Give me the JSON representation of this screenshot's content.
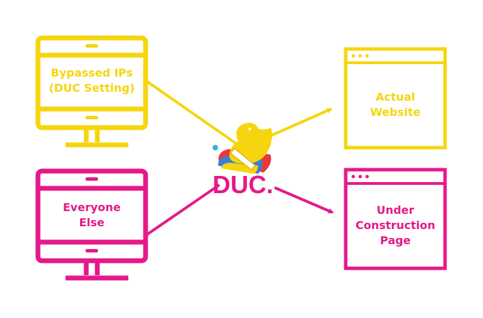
{
  "colors": {
    "yellow": "#f5d60e",
    "magenta": "#e5198a"
  },
  "sources": [
    {
      "label_lines": [
        "Bypassed IPs",
        "(DUC Setting)"
      ]
    },
    {
      "label_lines": [
        "Everyone",
        "Else"
      ]
    }
  ],
  "logo": {
    "text": "DUC."
  },
  "destinations": [
    {
      "label_lines": [
        "Actual",
        "Website"
      ]
    },
    {
      "label_lines": [
        "Under",
        "Construction",
        "Page"
      ]
    }
  ]
}
